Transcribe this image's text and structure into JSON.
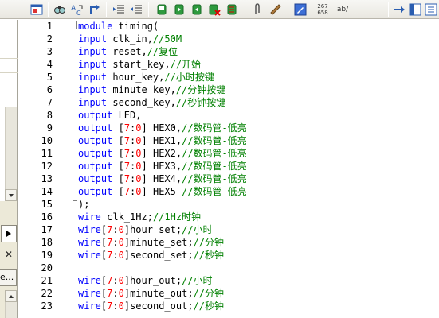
{
  "toolbar": {
    "icons": [
      "view-icon",
      "find-icon",
      "replace-icon",
      "goto-icon",
      "indent-icon",
      "unindent-icon",
      "bookmark-icon",
      "bookmark-next-icon",
      "bookmark-prev-icon",
      "bookmark-clear-icon",
      "bookmark-list-icon",
      "attach-icon",
      "tool-icon",
      "edit-icon",
      "hex-icon",
      "spell-icon",
      "goto-arrow-icon",
      "window-left-icon",
      "window-right-icon"
    ],
    "hex_top": "267",
    "hex_bottom": "658",
    "spell_label": "ab/"
  },
  "left_panel": {
    "more_label": "e..."
  },
  "editor": {
    "line_numbers": [
      "1",
      "2",
      "3",
      "4",
      "5",
      "6",
      "7",
      "8",
      "9",
      "10",
      "11",
      "12",
      "13",
      "14",
      "15",
      "16",
      "17",
      "18",
      "19",
      "20",
      "21",
      "22",
      "23"
    ],
    "lines": [
      [
        {
          "t": "kw",
          "v": "module"
        },
        {
          "t": "n",
          "v": " timing("
        }
      ],
      [
        {
          "t": "kw",
          "v": "input"
        },
        {
          "t": "n",
          "v": " clk_in,"
        },
        {
          "t": "cmt",
          "v": "//50M"
        }
      ],
      [
        {
          "t": "kw",
          "v": "input"
        },
        {
          "t": "n",
          "v": " reset,"
        },
        {
          "t": "cmt",
          "v": "//复位"
        }
      ],
      [
        {
          "t": "kw",
          "v": "input"
        },
        {
          "t": "n",
          "v": " start_key,"
        },
        {
          "t": "cmt",
          "v": "//开始"
        }
      ],
      [
        {
          "t": "kw",
          "v": "input"
        },
        {
          "t": "n",
          "v": " hour_key,"
        },
        {
          "t": "cmt",
          "v": "//小时按键"
        }
      ],
      [
        {
          "t": "kw",
          "v": "input"
        },
        {
          "t": "n",
          "v": " minute_key,"
        },
        {
          "t": "cmt",
          "v": "//分钟按键"
        }
      ],
      [
        {
          "t": "kw",
          "v": "input"
        },
        {
          "t": "n",
          "v": " second_key,"
        },
        {
          "t": "cmt",
          "v": "//秒钟按键"
        }
      ],
      [
        {
          "t": "kw",
          "v": "output"
        },
        {
          "t": "n",
          "v": " LED,"
        }
      ],
      [
        {
          "t": "kw",
          "v": "output"
        },
        {
          "t": "n",
          "v": " ["
        },
        {
          "t": "num",
          "v": "7"
        },
        {
          "t": "n",
          "v": ":"
        },
        {
          "t": "num",
          "v": "0"
        },
        {
          "t": "n",
          "v": "] HEX0,"
        },
        {
          "t": "cmt",
          "v": "//数码管-低亮"
        }
      ],
      [
        {
          "t": "kw",
          "v": "output"
        },
        {
          "t": "n",
          "v": " ["
        },
        {
          "t": "num",
          "v": "7"
        },
        {
          "t": "n",
          "v": ":"
        },
        {
          "t": "num",
          "v": "0"
        },
        {
          "t": "n",
          "v": "] HEX1,"
        },
        {
          "t": "cmt",
          "v": "//数码管-低亮"
        }
      ],
      [
        {
          "t": "kw",
          "v": "output"
        },
        {
          "t": "n",
          "v": " ["
        },
        {
          "t": "num",
          "v": "7"
        },
        {
          "t": "n",
          "v": ":"
        },
        {
          "t": "num",
          "v": "0"
        },
        {
          "t": "n",
          "v": "] HEX2,"
        },
        {
          "t": "cmt",
          "v": "//数码管-低亮"
        }
      ],
      [
        {
          "t": "kw",
          "v": "output"
        },
        {
          "t": "n",
          "v": " ["
        },
        {
          "t": "num",
          "v": "7"
        },
        {
          "t": "n",
          "v": ":"
        },
        {
          "t": "num",
          "v": "0"
        },
        {
          "t": "n",
          "v": "] HEX3,"
        },
        {
          "t": "cmt",
          "v": "//数码管-低亮"
        }
      ],
      [
        {
          "t": "kw",
          "v": "output"
        },
        {
          "t": "n",
          "v": " ["
        },
        {
          "t": "num",
          "v": "7"
        },
        {
          "t": "n",
          "v": ":"
        },
        {
          "t": "num",
          "v": "0"
        },
        {
          "t": "n",
          "v": "] HEX4,"
        },
        {
          "t": "cmt",
          "v": "//数码管-低亮"
        }
      ],
      [
        {
          "t": "kw",
          "v": "output"
        },
        {
          "t": "n",
          "v": " ["
        },
        {
          "t": "num",
          "v": "7"
        },
        {
          "t": "n",
          "v": ":"
        },
        {
          "t": "num",
          "v": "0"
        },
        {
          "t": "n",
          "v": "] HEX5 "
        },
        {
          "t": "cmt",
          "v": "//数码管-低亮"
        }
      ],
      [
        {
          "t": "n",
          "v": ");"
        }
      ],
      [
        {
          "t": "kw",
          "v": "wire"
        },
        {
          "t": "n",
          "v": " clk_1Hz;"
        },
        {
          "t": "cmt",
          "v": "//1Hz时钟"
        }
      ],
      [
        {
          "t": "kw",
          "v": "wire"
        },
        {
          "t": "n",
          "v": "["
        },
        {
          "t": "num",
          "v": "7"
        },
        {
          "t": "n",
          "v": ":"
        },
        {
          "t": "num",
          "v": "0"
        },
        {
          "t": "n",
          "v": "]hour_set;"
        },
        {
          "t": "cmt",
          "v": "//小时"
        }
      ],
      [
        {
          "t": "kw",
          "v": "wire"
        },
        {
          "t": "n",
          "v": "["
        },
        {
          "t": "num",
          "v": "7"
        },
        {
          "t": "n",
          "v": ":"
        },
        {
          "t": "num",
          "v": "0"
        },
        {
          "t": "n",
          "v": "]minute_set;"
        },
        {
          "t": "cmt",
          "v": "//分钟"
        }
      ],
      [
        {
          "t": "kw",
          "v": "wire"
        },
        {
          "t": "n",
          "v": "["
        },
        {
          "t": "num",
          "v": "7"
        },
        {
          "t": "n",
          "v": ":"
        },
        {
          "t": "num",
          "v": "0"
        },
        {
          "t": "n",
          "v": "]second_set;"
        },
        {
          "t": "cmt",
          "v": "//秒钟"
        }
      ],
      [],
      [
        {
          "t": "kw",
          "v": "wire"
        },
        {
          "t": "n",
          "v": "["
        },
        {
          "t": "num",
          "v": "7"
        },
        {
          "t": "n",
          "v": ":"
        },
        {
          "t": "num",
          "v": "0"
        },
        {
          "t": "n",
          "v": "]hour_out;"
        },
        {
          "t": "cmt",
          "v": "//小时"
        }
      ],
      [
        {
          "t": "kw",
          "v": "wire"
        },
        {
          "t": "n",
          "v": "["
        },
        {
          "t": "num",
          "v": "7"
        },
        {
          "t": "n",
          "v": ":"
        },
        {
          "t": "num",
          "v": "0"
        },
        {
          "t": "n",
          "v": "]minute_out;"
        },
        {
          "t": "cmt",
          "v": "//分钟"
        }
      ],
      [
        {
          "t": "kw",
          "v": "wire"
        },
        {
          "t": "n",
          "v": "["
        },
        {
          "t": "num",
          "v": "7"
        },
        {
          "t": "n",
          "v": ":"
        },
        {
          "t": "num",
          "v": "0"
        },
        {
          "t": "n",
          "v": "]second_out;"
        },
        {
          "t": "cmt",
          "v": "//秒钟"
        }
      ]
    ]
  }
}
